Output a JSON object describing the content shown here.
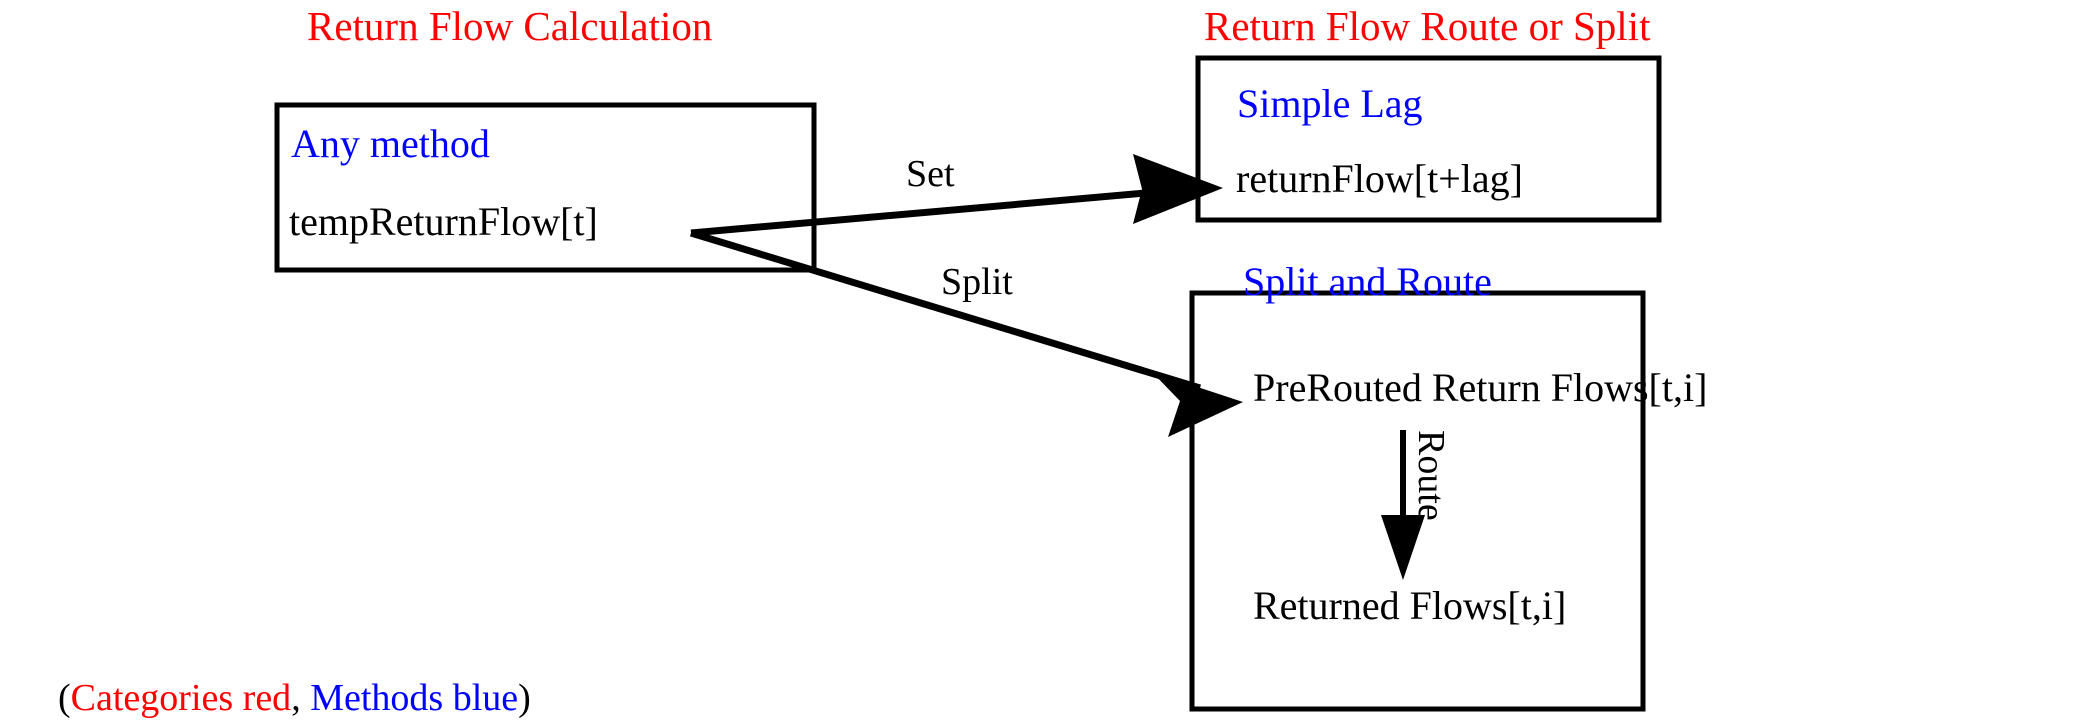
{
  "diagram": {
    "title_left": "Return Flow Calculation",
    "title_right": "Return Flow Route or Split",
    "colors": {
      "category": "#ff0000",
      "method": "#0000ff",
      "variable": "#000000",
      "stroke": "#000000",
      "background": "#ffffff"
    },
    "nodes": [
      {
        "id": "any-method",
        "method": "Any method",
        "variable": "tempReturnFlow[t]"
      },
      {
        "id": "simple-lag",
        "method": "Simple Lag",
        "variable": "returnFlow[t+lag]"
      },
      {
        "id": "split-and-route",
        "method": "Split and Route",
        "variable_top": "PreRouted Return Flows[t,i]",
        "variable_bottom": "Returned Flows[t,i]"
      }
    ],
    "edges": [
      {
        "id": "set-edge",
        "label": "Set",
        "from": "any-method",
        "to": "simple-lag"
      },
      {
        "id": "split-edge",
        "label": "Split",
        "from": "any-method",
        "to": "split-and-route"
      },
      {
        "id": "route-edge",
        "label": "Route",
        "from": "prerouted-return-flows",
        "to": "returned-flows"
      }
    ],
    "legend": {
      "open_paren": "(",
      "categories_text": "Categories red",
      "separator": ", ",
      "methods_text": "Methods blue",
      "close_paren": ")"
    }
  }
}
